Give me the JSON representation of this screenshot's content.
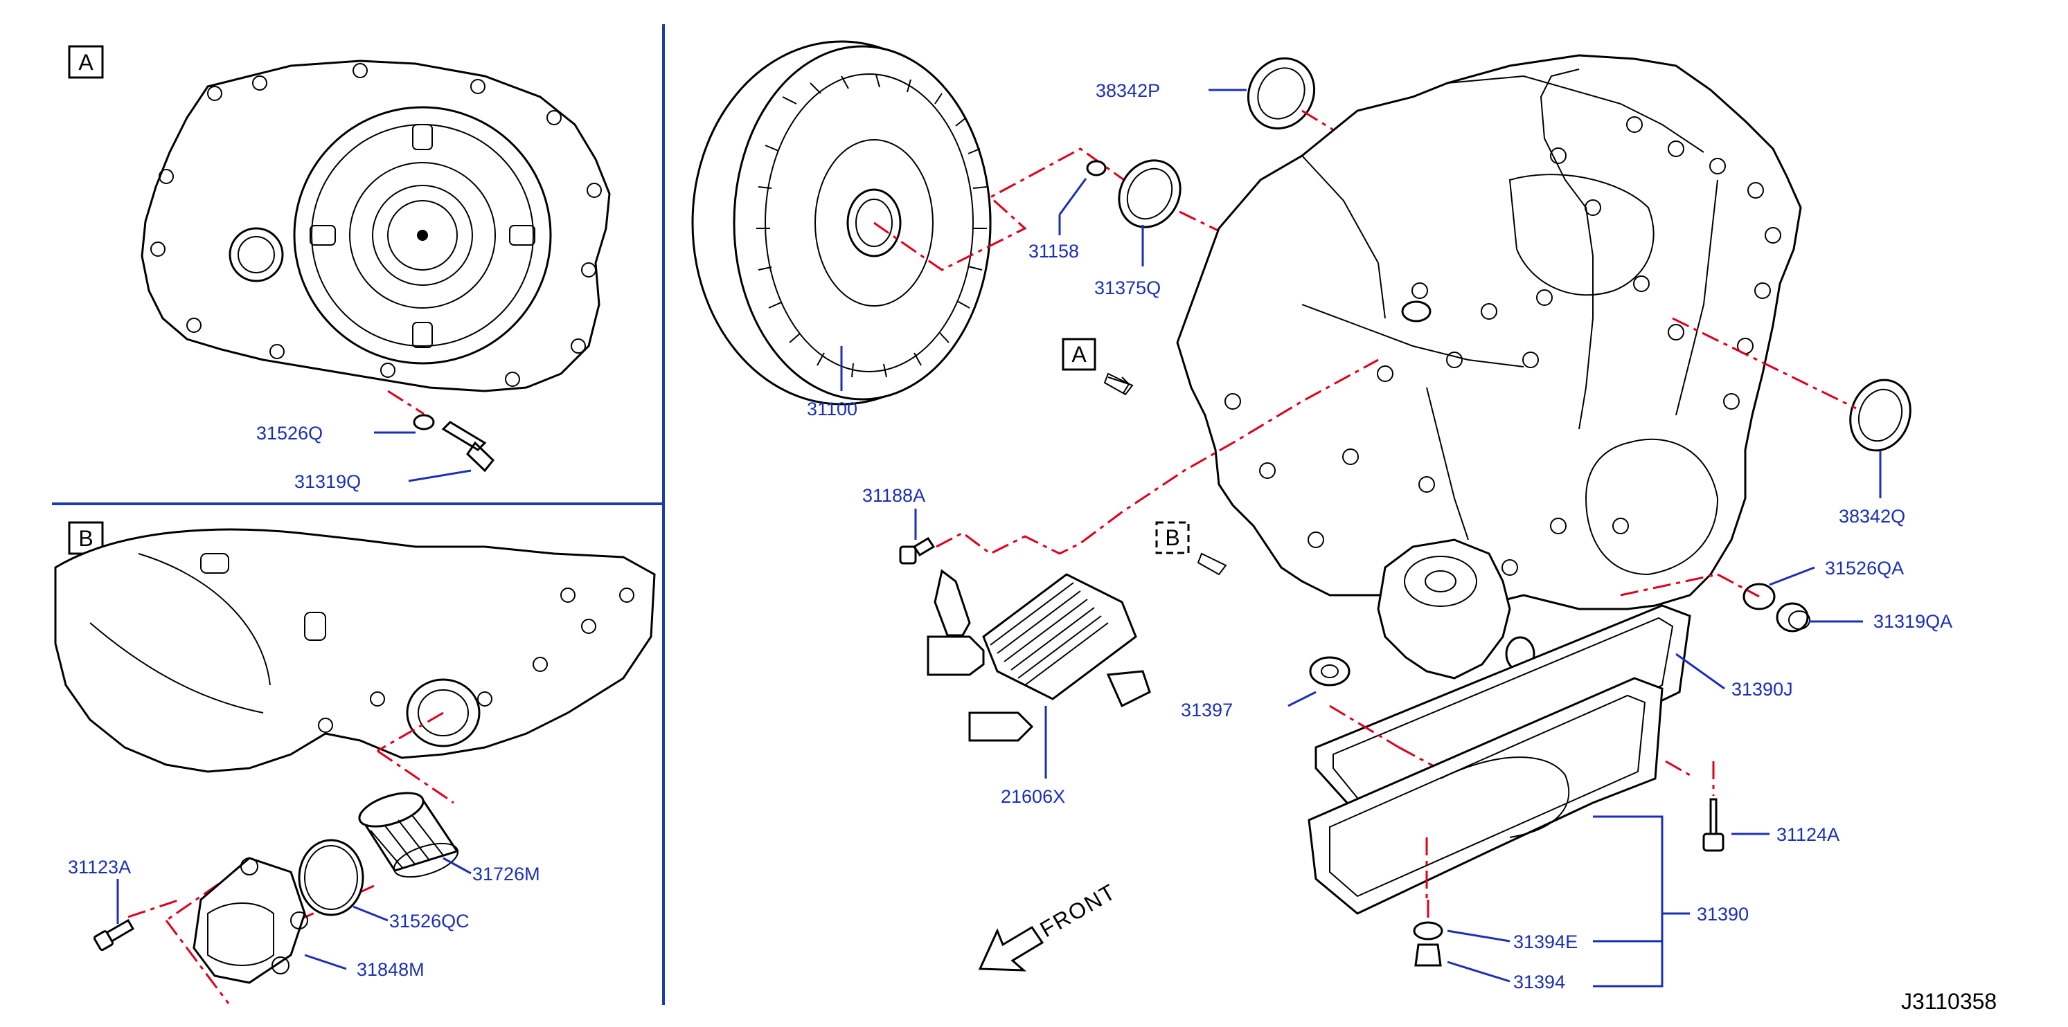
{
  "panels": {
    "A": {
      "label": "A"
    },
    "B": {
      "label": "B"
    },
    "main_view_marks": [
      "A",
      "B"
    ]
  },
  "figure_id": "J3110358",
  "front_label": "FRONT",
  "parts": [
    {
      "ref": "31526Q"
    },
    {
      "ref": "31319Q"
    },
    {
      "ref": "31123A"
    },
    {
      "ref": "31726M"
    },
    {
      "ref": "31526QC"
    },
    {
      "ref": "31848M"
    },
    {
      "ref": "31100"
    },
    {
      "ref": "31158"
    },
    {
      "ref": "31375Q"
    },
    {
      "ref": "38342P"
    },
    {
      "ref": "38342Q"
    },
    {
      "ref": "31188A"
    },
    {
      "ref": "21606X"
    },
    {
      "ref": "31526QA"
    },
    {
      "ref": "31319QA"
    },
    {
      "ref": "31397"
    },
    {
      "ref": "31390J"
    },
    {
      "ref": "31124A"
    },
    {
      "ref": "31390"
    },
    {
      "ref": "31394E"
    },
    {
      "ref": "31394"
    }
  ],
  "colors": {
    "callout": "#1a2fb8",
    "phantom_line": "#e0001a",
    "linework": "#000000",
    "divider": "#1a3cb0"
  }
}
